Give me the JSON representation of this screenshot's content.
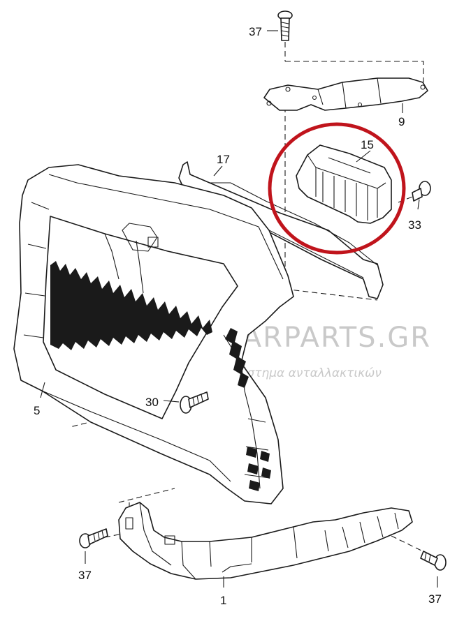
{
  "callouts": {
    "c1": "1",
    "c5": "5",
    "c9": "9",
    "c15": "15",
    "c17": "17",
    "c30": "30",
    "c33": "33",
    "c37_top": "37",
    "c37_left": "37",
    "c37_right": "37"
  },
  "watermark": {
    "brand": "ECONOMYCARPARTS.GR",
    "slogan": "το μεγαλύτερο ηλεκτρονικό κατάστημα ανταλλακτικών"
  },
  "colors": {
    "line": "#1a1a1a",
    "highlight_ring": "#c0141c",
    "watermark": "#c9c9c9"
  }
}
